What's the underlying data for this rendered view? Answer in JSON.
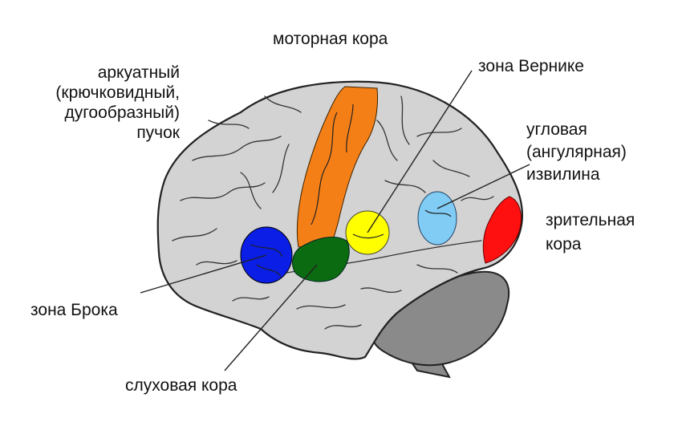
{
  "labels": {
    "motor_cortex": "моторная кора",
    "arcuate_fasciculus": [
      "аркуатный",
      "(крючковидный,",
      "дугообразный)",
      "пучок"
    ],
    "wernicke_area": "зона Вернике",
    "angular_gyrus": [
      "угловая",
      "(ангулярная)",
      "извилина"
    ],
    "visual_cortex": [
      "зрительная",
      "кора"
    ],
    "broca_area": "зона Брока",
    "auditory_cortex": "слуховая кора"
  },
  "colors": {
    "brain_fill": "#d3d3d3",
    "cerebellum_fill": "#8a8a8a",
    "outline": "#222222",
    "motor_cortex": "#f57f17",
    "broca_area": "#0a1ee6",
    "auditory_cortex": "#0b6b10",
    "wernicke_area": "#ffff00",
    "angular_gyrus": "#80ccf5",
    "visual_cortex": "#ff1010"
  }
}
